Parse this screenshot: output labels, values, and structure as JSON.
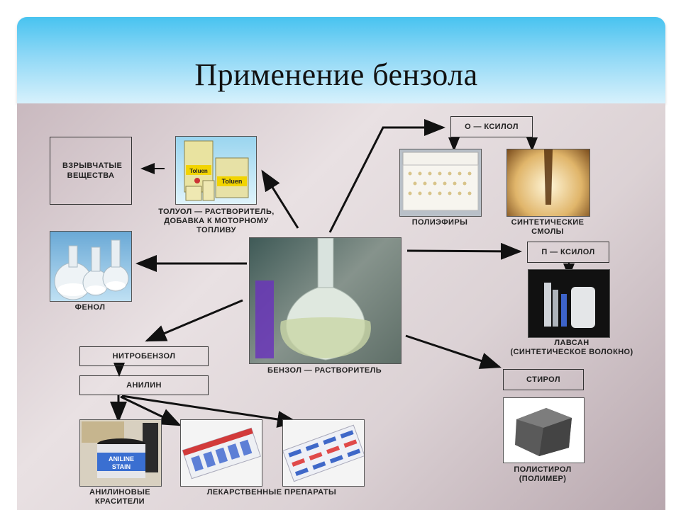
{
  "title": "Применение бензола",
  "center": {
    "label": "БЕНЗОЛ — РАСТВОРИТЕЛЬ"
  },
  "explosives": {
    "label": "ВЗРЫВЧАТЫЕ ВЕЩЕСТВА"
  },
  "toluene": {
    "label_lines": [
      "ТОЛУОЛ — РАСТВОРИТЕЛЬ,",
      "ДОБАВКА К МОТОРНОМУ",
      "ТОПЛИВУ"
    ],
    "can_text": "Toluen"
  },
  "phenol": {
    "label": "ФЕНОЛ"
  },
  "o_xylene": {
    "label": "О — КСИЛОЛ"
  },
  "polyesters": {
    "label": "ПОЛИЭФИРЫ"
  },
  "resins": {
    "label_lines": [
      "СИНТЕТИЧЕСКИЕ",
      "СМОЛЫ"
    ]
  },
  "p_xylene": {
    "label": "П — КСИЛОЛ"
  },
  "lavsan": {
    "label_lines": [
      "ЛАВСАН",
      "(СИНТЕТИЧЕСКОЕ ВОЛОКНО)"
    ]
  },
  "nitrobenzene": {
    "label": "НИТРОБЕНЗОЛ"
  },
  "aniline": {
    "label": "АНИЛИН"
  },
  "aniline_dyes": {
    "label_lines": [
      "АНИЛИНОВЫЕ",
      "КРАСИТЕЛИ"
    ],
    "jar_text": [
      "ANILINE",
      "STAIN"
    ]
  },
  "medicines": {
    "label": "ЛЕКАРСТВЕННЫЕ ПРЕПАРАТЫ"
  },
  "styrene": {
    "label": "СТИРОЛ"
  },
  "polystyrene": {
    "label_lines": [
      "ПОЛИСТИРОЛ",
      "(ПОЛИМЕР)"
    ]
  },
  "colors": {
    "header_top": "#48c3f0",
    "panel": "#dcd2d5",
    "arrow": "#111111"
  }
}
